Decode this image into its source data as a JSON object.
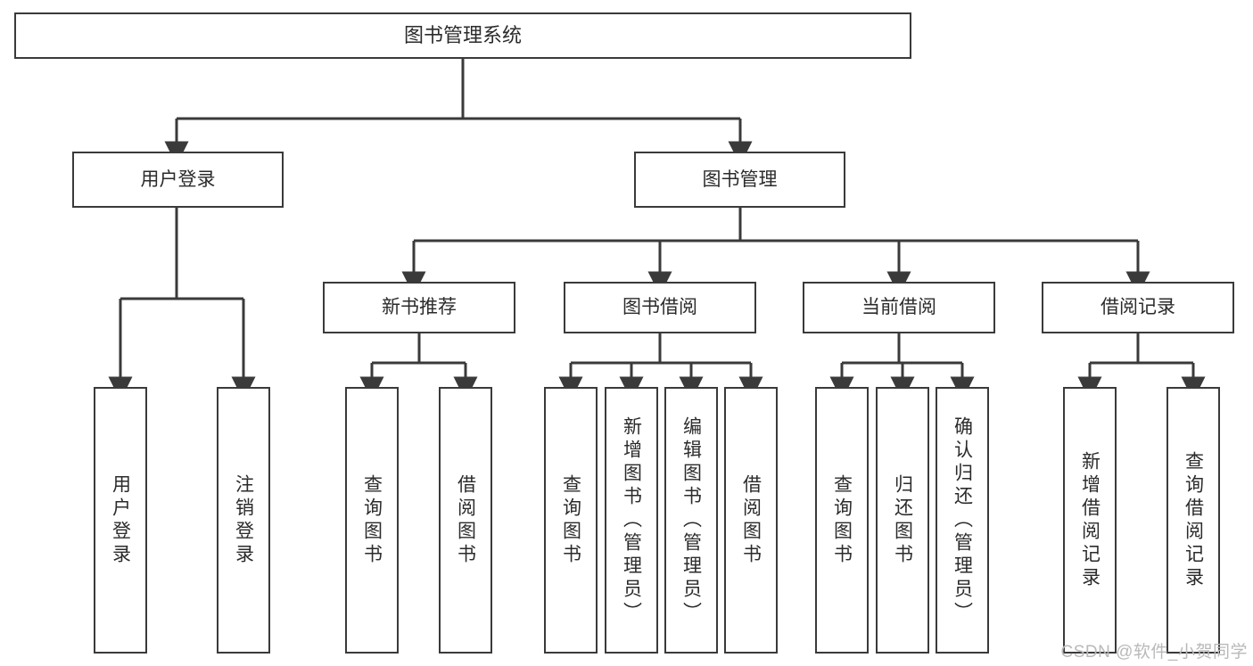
{
  "diagram": {
    "title": "图书管理系统",
    "type": "tree-hierarchy-chart",
    "colors": {
      "background": "#ffffff",
      "node_fill": "#ffffff",
      "node_stroke": "#3a3a3a",
      "text": "#2b2b2b",
      "watermark": "#b9b9b9"
    },
    "root": {
      "label": "图书管理系统"
    },
    "level1": [
      {
        "label": "用户登录"
      },
      {
        "label": "图书管理"
      }
    ],
    "level2": [
      {
        "label": "新书推荐"
      },
      {
        "label": "图书借阅"
      },
      {
        "label": "当前借阅"
      },
      {
        "label": "借阅记录"
      }
    ],
    "leaves": {
      "user_login": [
        {
          "label": "用户登录"
        },
        {
          "label": "注销登录"
        }
      ],
      "new_book_recommend": [
        {
          "label": "查询图书"
        },
        {
          "label": "借阅图书"
        }
      ],
      "book_borrow": [
        {
          "label": "查询图书"
        },
        {
          "label": "新增图书（管理员）"
        },
        {
          "label": "编辑图书（管理员）"
        },
        {
          "label": "借阅图书"
        }
      ],
      "current_borrow": [
        {
          "label": "查询图书"
        },
        {
          "label": "归还图书"
        },
        {
          "label": "确认归还（管理员）"
        }
      ],
      "borrow_record": [
        {
          "label": "新增借阅记录"
        },
        {
          "label": "查询借阅记录"
        }
      ]
    }
  },
  "watermark": {
    "text": "CSDN @软件_小贺同学"
  }
}
